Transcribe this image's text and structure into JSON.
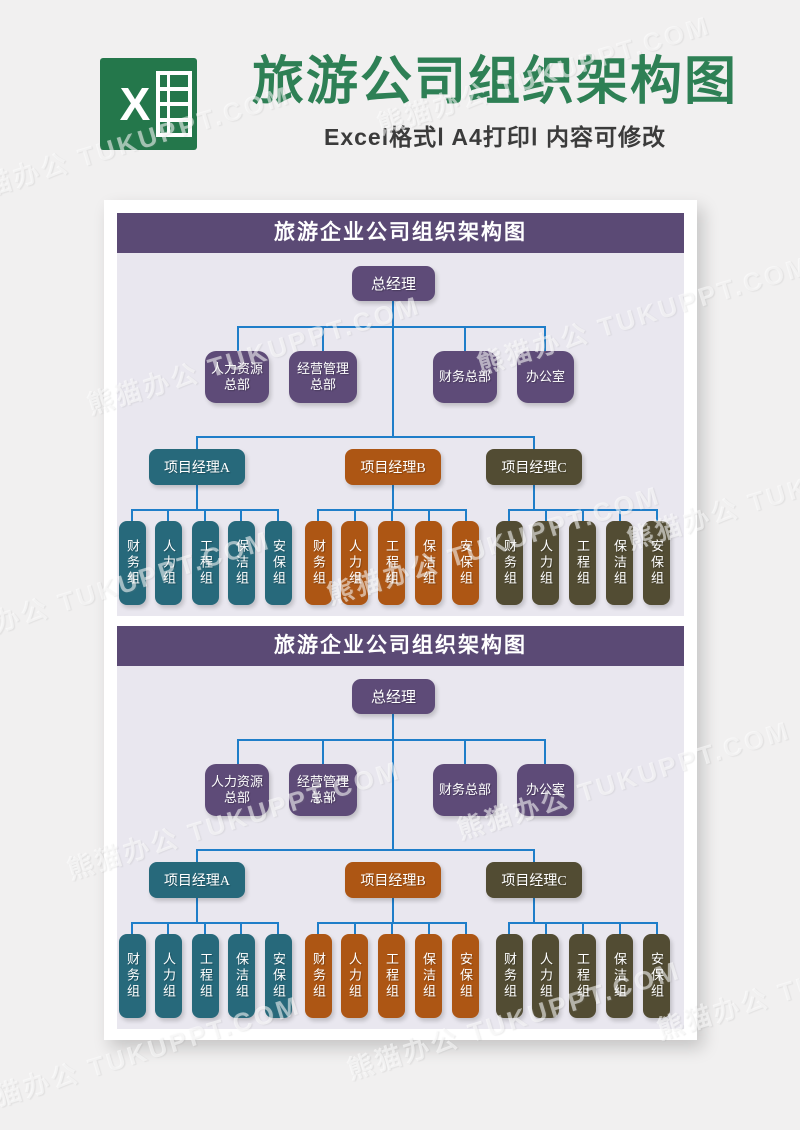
{
  "header": {
    "logo_letter": "X",
    "title": "旅游公司组织架构图",
    "subtitle": "Excel格式Ⅰ A4打印Ⅰ 内容可修改",
    "colors": {
      "title_green": "#2e8055",
      "logo_green": "#24774b",
      "subtitle_gray": "#3b3b3b"
    }
  },
  "watermark": {
    "text": "熊猫办公 TUKUPPT.COM"
  },
  "org_chart": {
    "title": "旅游企业公司组织架构图",
    "root": "总经理",
    "departments": [
      {
        "label": "人力资源总部",
        "lines": [
          "人力资源",
          "总部"
        ]
      },
      {
        "label": "经营管理总部",
        "lines": [
          "经营管理",
          "总部"
        ]
      },
      {
        "label": "财务总部"
      },
      {
        "label": "办公室"
      }
    ],
    "managers": [
      {
        "label": "项目经理A",
        "color": "#27697b"
      },
      {
        "label": "项目经理B",
        "color": "#ad5614"
      },
      {
        "label": "项目经理C",
        "color": "#524c33"
      }
    ],
    "teams": [
      "财务组",
      "人力组",
      "工程组",
      "保洁组",
      "安保组"
    ],
    "colors": {
      "title_bar": "#5b4a75",
      "purple_node": "#5e4b78",
      "connector_blue": "#1f7ec9",
      "chart_background": "#e9e7ef"
    }
  }
}
